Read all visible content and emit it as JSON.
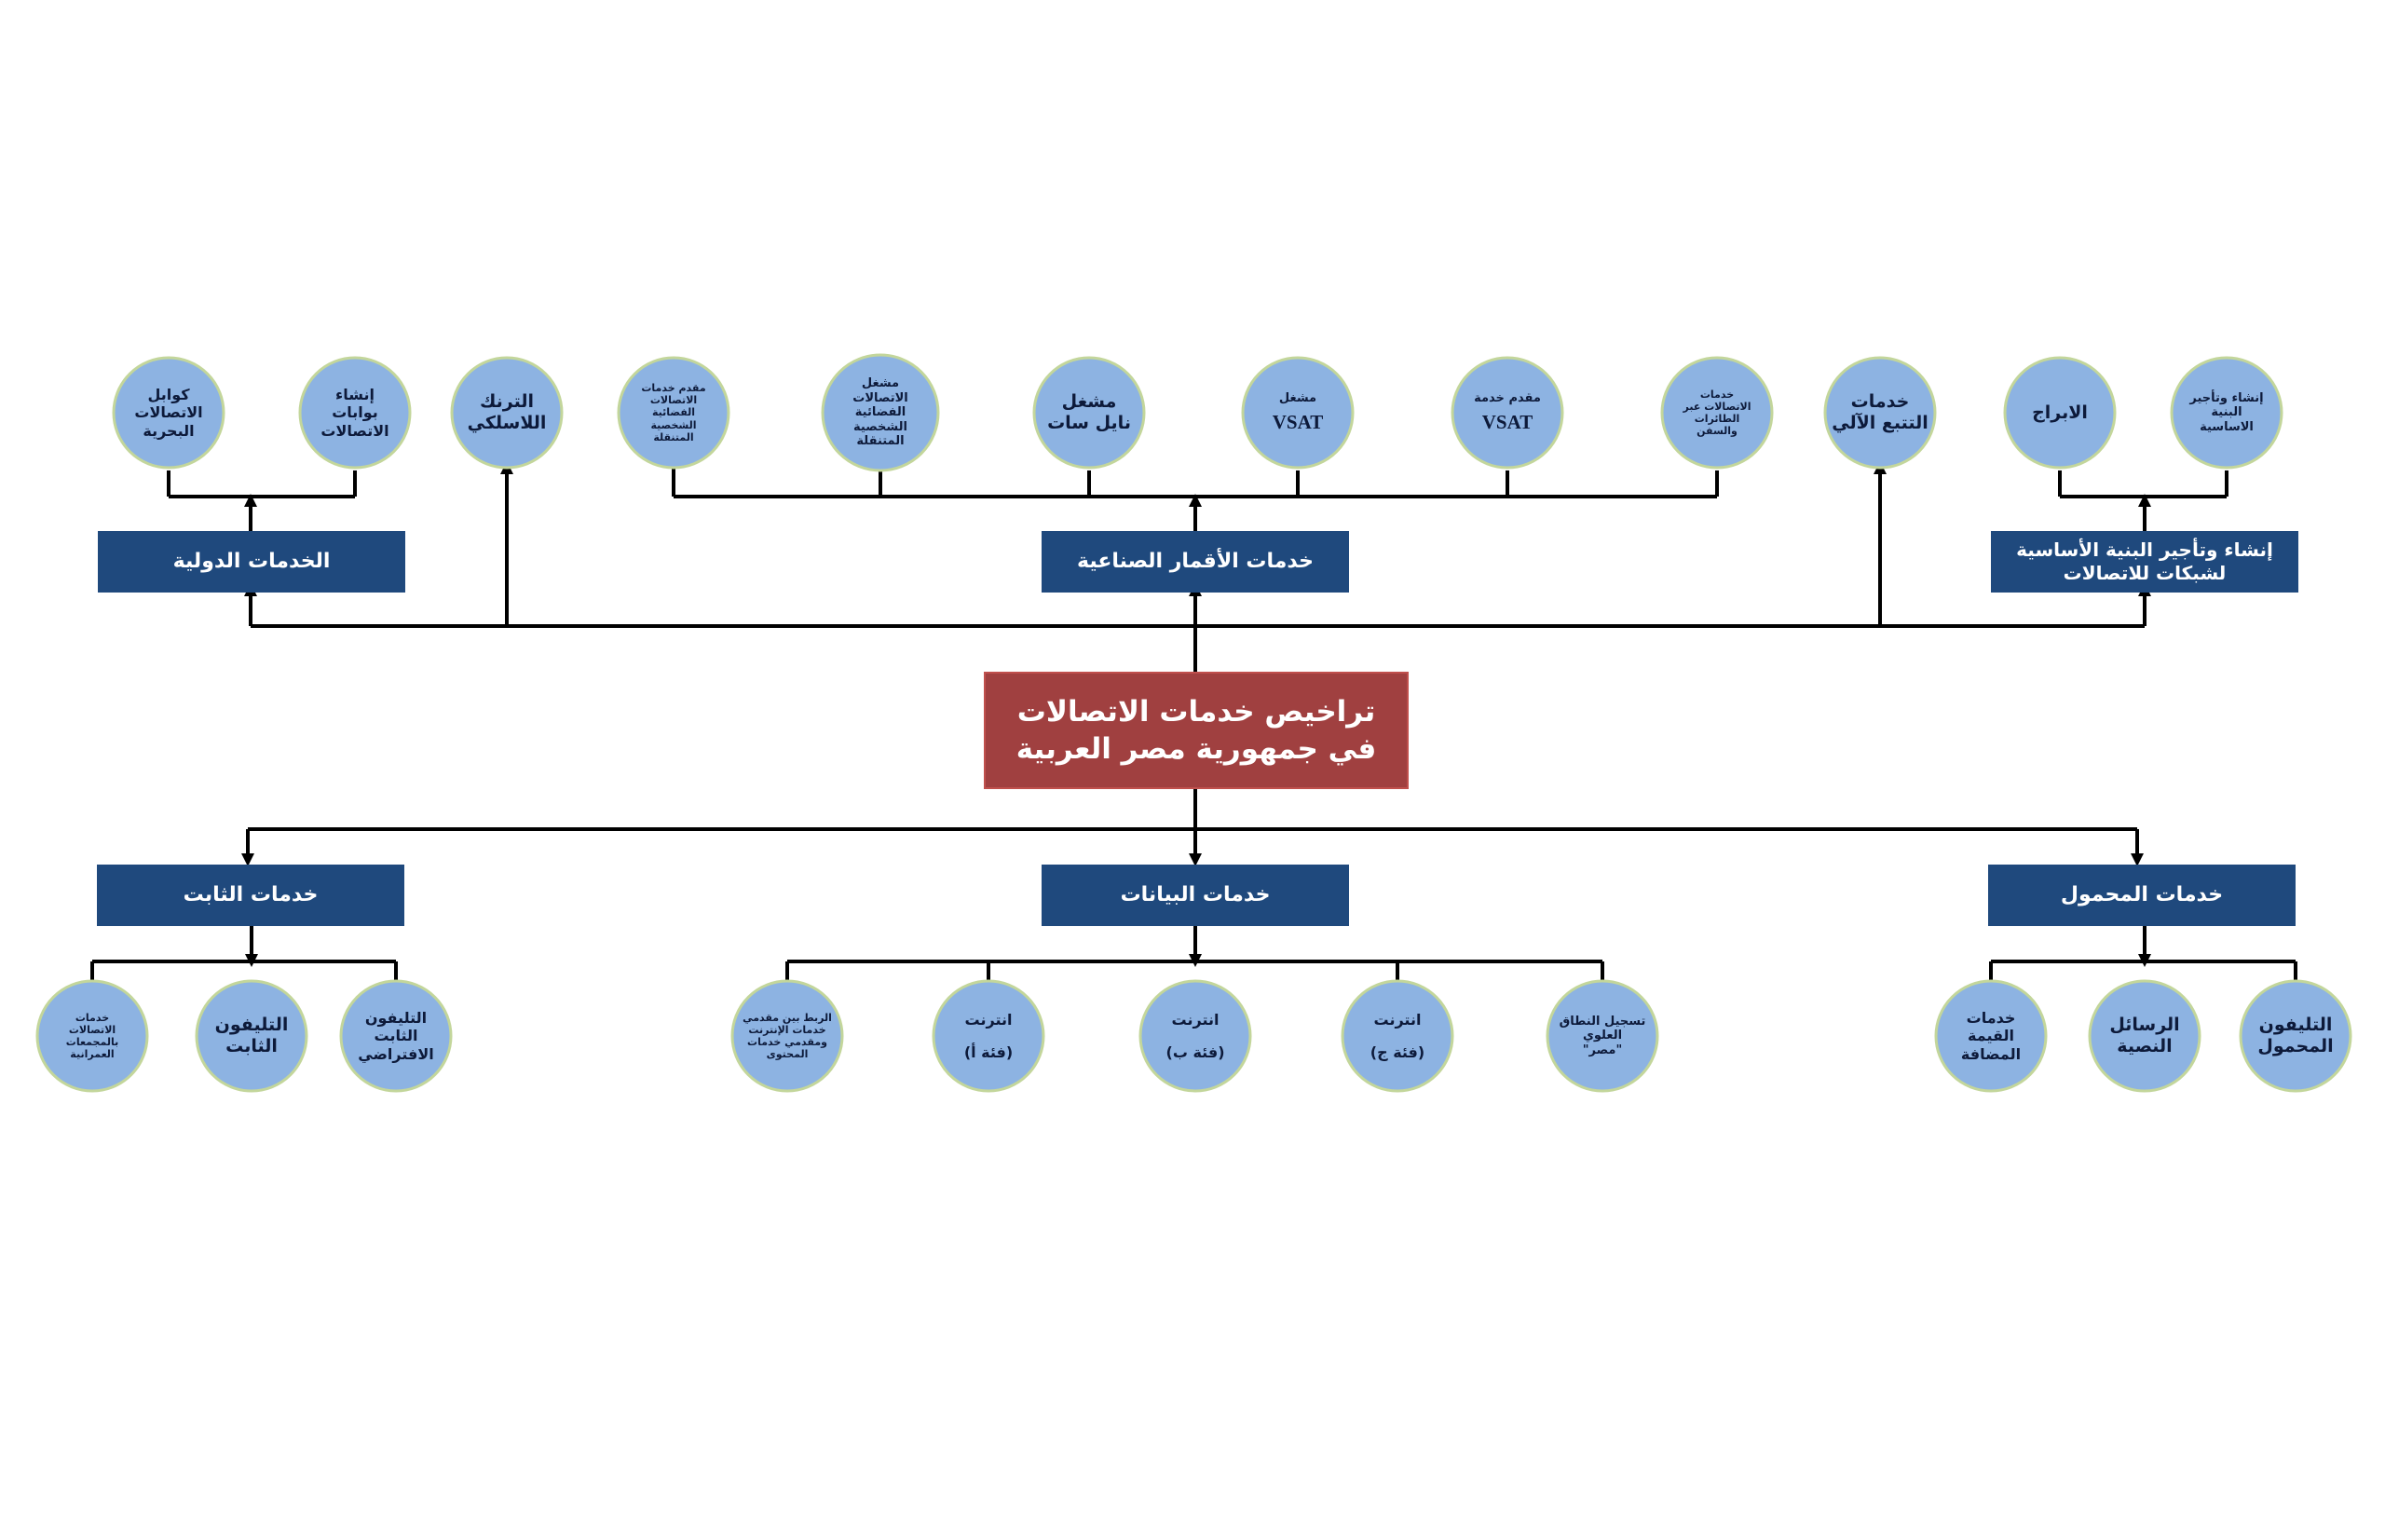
{
  "central": "تراخيص خدمات الاتصالات في جمهورية مصر العربية",
  "colors": {
    "central_fill": "#a04040",
    "category_fill": "#1f497d",
    "node_fill": "#8db3e2",
    "node_border": "#c3d69b",
    "lines": "#000000"
  },
  "categories": {
    "international": "الخدمات الدولية",
    "satellite": "خدمات الأقمار الصناعية",
    "infrastructure": "إنشاء وتأجير البنية الأساسية لشبكات للاتصالات",
    "fixed": "خدمات الثابت",
    "data": "خدمات البيانات",
    "mobile": "خدمات المحمول"
  },
  "nodes": {
    "cables": "كوابل\nالاتصالات\nالبحرية",
    "gateways": "إنشاء\nبوابات\nالاتصالات",
    "trunk": "الترنك\nاللاسلكي",
    "gmpcs_provider": "مقدم خدمات\nالاتصالات\nالفضائية\nالشخصية\nالمتنقلة",
    "gmpcs_operator": "مشغل\nالاتصالات\nالفضائية\nالشخصية المتنقلة",
    "nilesat": "مشغل\nنايل سات",
    "vsat_operator_label": "مشغل",
    "vsat_operator_value": "VSAT",
    "vsat_provider_label": "مقدم خدمة",
    "vsat_provider_value": "VSAT",
    "aero_maritime": "خدمات\nالاتصالات عبر\nالطائرات\nوالسفن",
    "tracking": "خدمات\nالتتبع الآلي",
    "towers": "الابراج",
    "infra_node": "إنشاء وتأجير\nالبنية\nالاساسية",
    "urban": "خدمات\nالاتصالات\nبالمجمعات\nالعمرانية",
    "fixed_phone": "التليفون\nالثابت",
    "virtual_fixed": "التليفون\nالثابت\nالافتراضي",
    "isp_link": "الربط بين مقدمي\nخدمات الإنترنت\nومقدمي خدمات\nالمحتوى",
    "internet_a": "انترنت\n\n(فئة أ)",
    "internet_b": "انترنت\n\n(فئة ب)",
    "internet_c": "انترنت\n\n(فئة ج)",
    "domain_reg": "تسجيل النطاق\nالعلوي\n\"مصر\"",
    "value_added": "خدمات\nالقيمة\nالمضافة",
    "sms": "الرسائل\nالنصية",
    "mobile_phone": "التليفون\nالمحمول"
  }
}
